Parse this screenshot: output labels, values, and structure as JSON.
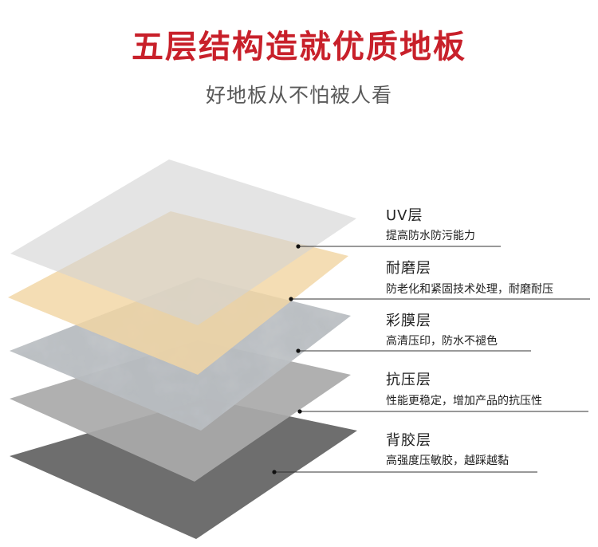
{
  "title": "五层结构造就优质地板",
  "subtitle": "好地板从不怕被人看",
  "colors": {
    "title": "#c8202a",
    "uv_layer": "#d4d4d4",
    "wear_layer": "#f2d6a4",
    "film_layer": "#b8bcc0",
    "pressure_layer": "#a9a9a9",
    "backing_layer": "#6e6e6e"
  },
  "layers": [
    {
      "label": "UV层",
      "desc": "提高防水防污能力"
    },
    {
      "label": "耐磨层",
      "desc": "防老化和紧固技术处理，耐磨耐压"
    },
    {
      "label": "彩膜层",
      "desc": "高清压印，防水不褪色"
    },
    {
      "label": "抗压层",
      "desc": "性能更稳定，增加产品的抗压性"
    },
    {
      "label": "背胶层",
      "desc": "高强度压敏胶，越踩越黏"
    }
  ]
}
